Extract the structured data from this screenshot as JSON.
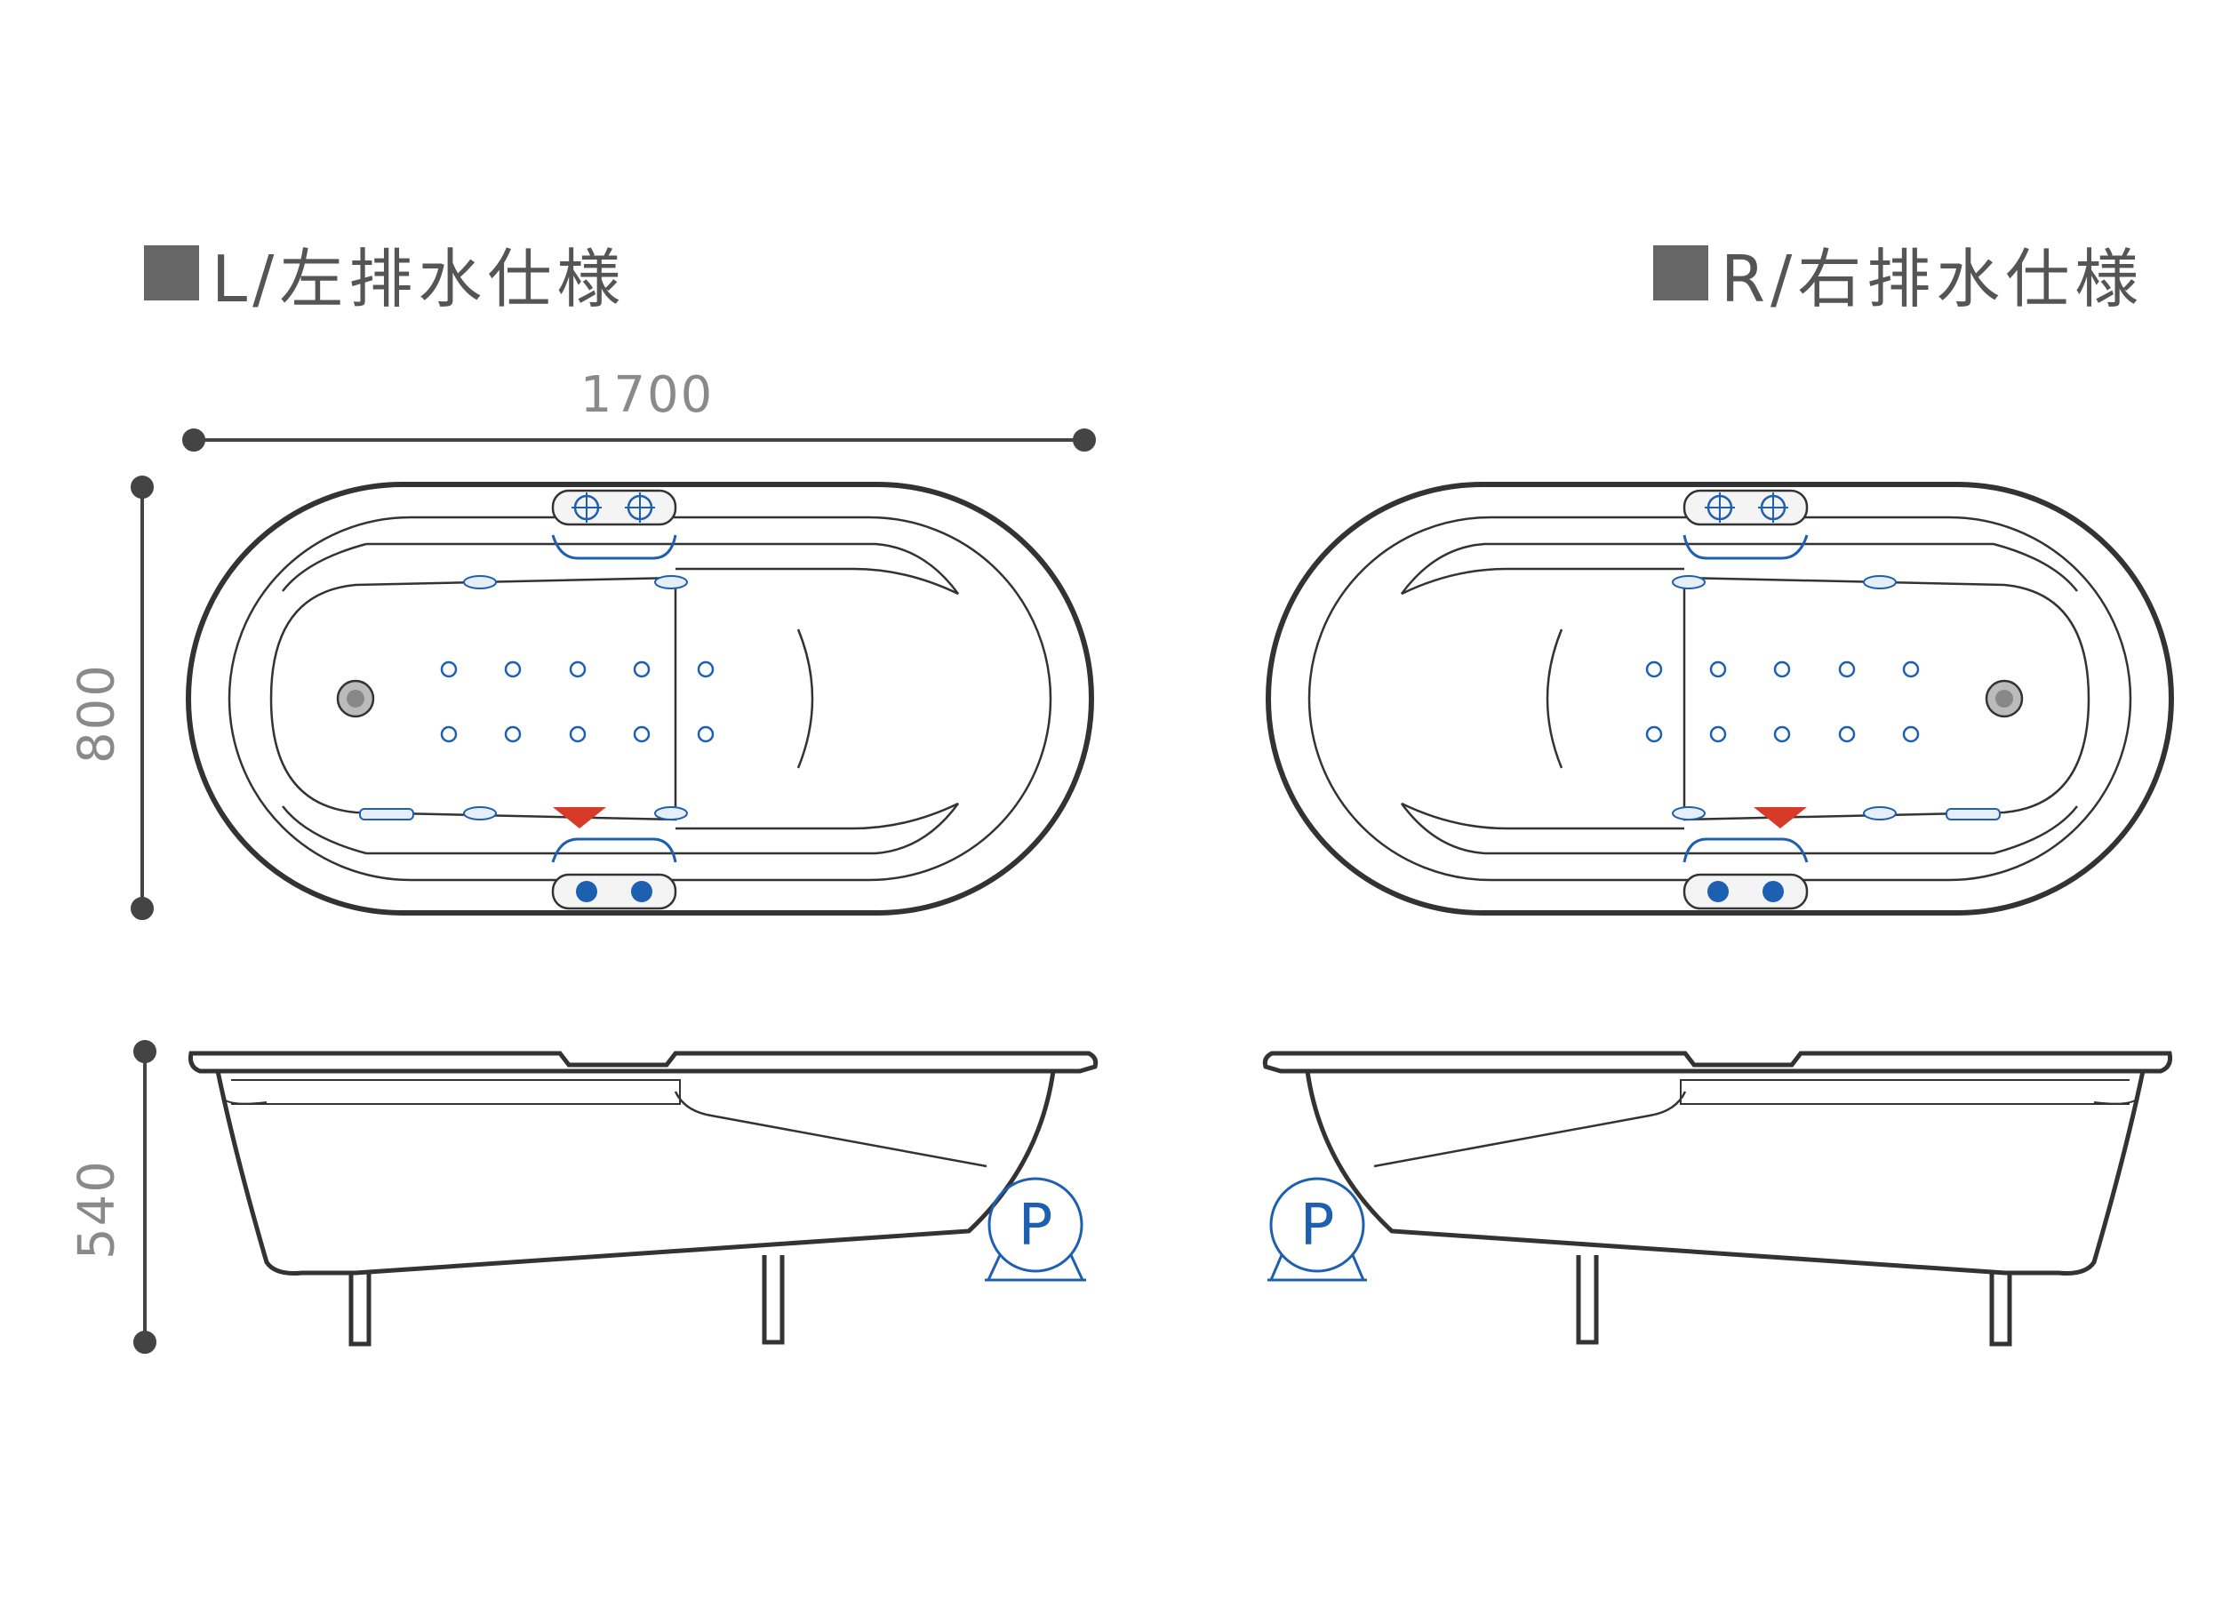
{
  "headings": {
    "left": "L/左排水仕様",
    "right": "R/右排水仕様"
  },
  "dimensions": {
    "width": "1700",
    "depth": "800",
    "height": "540"
  },
  "symbols": {
    "pump_label": "P"
  },
  "colors": {
    "outline": "#333333",
    "dimension_line": "#444444",
    "dimension_text": "#8a8a8a",
    "heading_text": "#555555",
    "jet_blue": "#1d5fb1",
    "drain_marker_red": "#d83a2a"
  }
}
